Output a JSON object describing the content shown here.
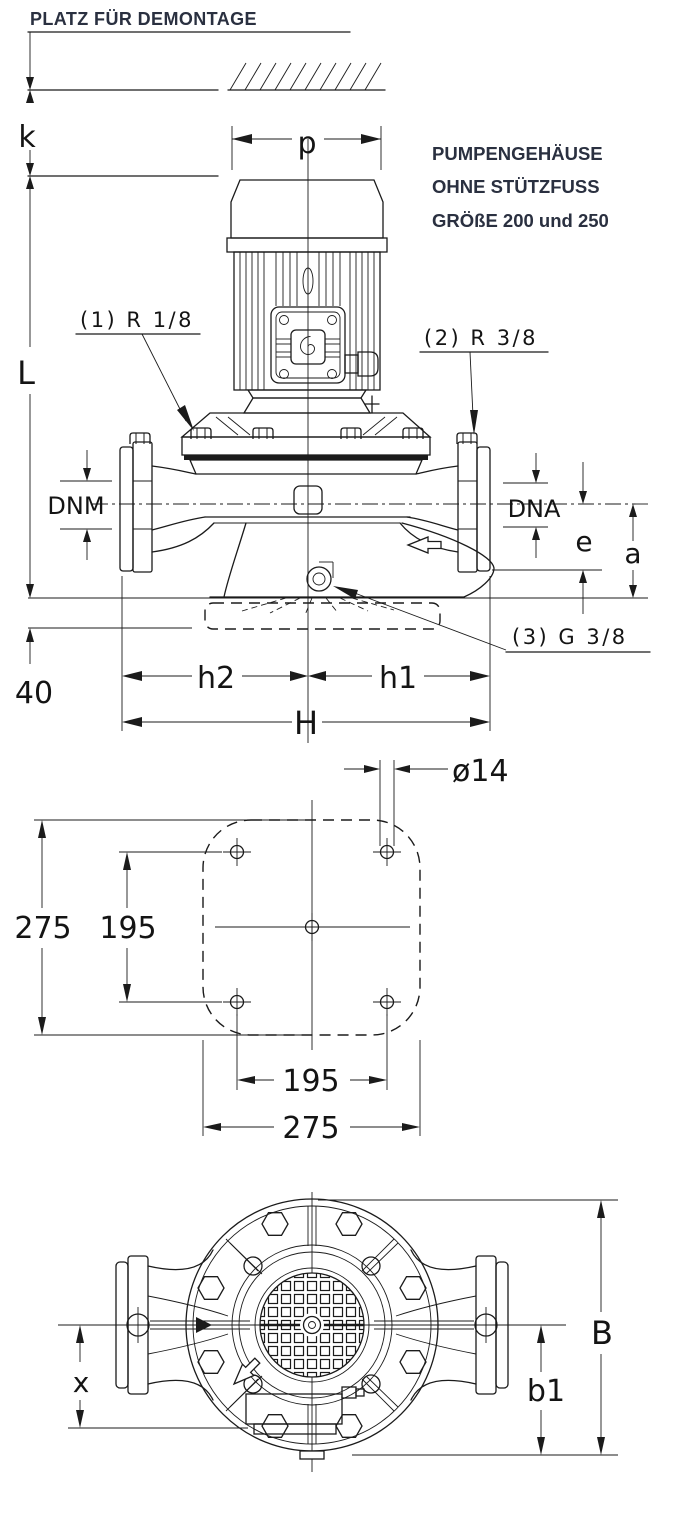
{
  "title": "PLATZ FÜR DEMONTAGE",
  "note": {
    "lines": [
      "PUMPENGEHÄUSE",
      "OHNE STÜTZFUSS",
      "GRÖßE 200 und 250"
    ]
  },
  "callouts": {
    "plug1": "(1) R 1/8",
    "plug2": "(2) R 3/8",
    "plug3": "(3) G 3/8"
  },
  "dims": {
    "side": {
      "k": "k",
      "L": "L",
      "p": "p",
      "dnm": "DNM",
      "dna": "DNA",
      "e": "e",
      "a": "a",
      "base_offset": "40",
      "h2": "h2",
      "h1": "h1",
      "H": "H"
    },
    "plate": {
      "hole": "ø14",
      "outer_w": "275",
      "inner_w": "195",
      "outer_h": "275",
      "inner_h": "195"
    },
    "top": {
      "B": "B",
      "b1": "b1",
      "x": "x"
    }
  }
}
